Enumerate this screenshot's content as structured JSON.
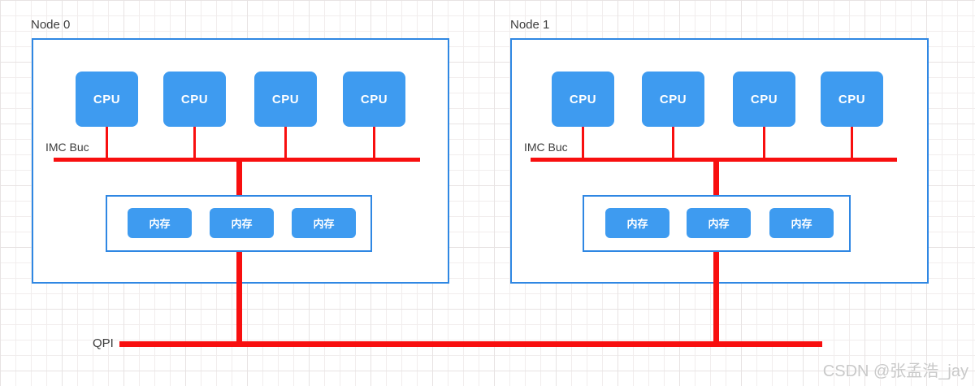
{
  "diagram": {
    "nodes": [
      {
        "label": "Node 0",
        "bus_label": "IMC Buc",
        "cpus": [
          "CPU",
          "CPU",
          "CPU",
          "CPU"
        ],
        "memories": [
          "内存",
          "内存",
          "内存"
        ]
      },
      {
        "label": "Node 1",
        "bus_label": "IMC Buc",
        "cpus": [
          "CPU",
          "CPU",
          "CPU",
          "CPU"
        ],
        "memories": [
          "内存",
          "内存",
          "内存"
        ]
      }
    ],
    "qpi_label": "QPI",
    "watermark": "CSDN @张孟浩_jay"
  },
  "colors": {
    "block-fill": "#3E9BF0",
    "box-border": "#2F87E3",
    "bus-red": "#F80F0F",
    "label-text": "#3D3D3D",
    "watermark": "#C9C9C9",
    "grid-minor": "#F1EDED",
    "grid-major": "#E7E3E3"
  }
}
